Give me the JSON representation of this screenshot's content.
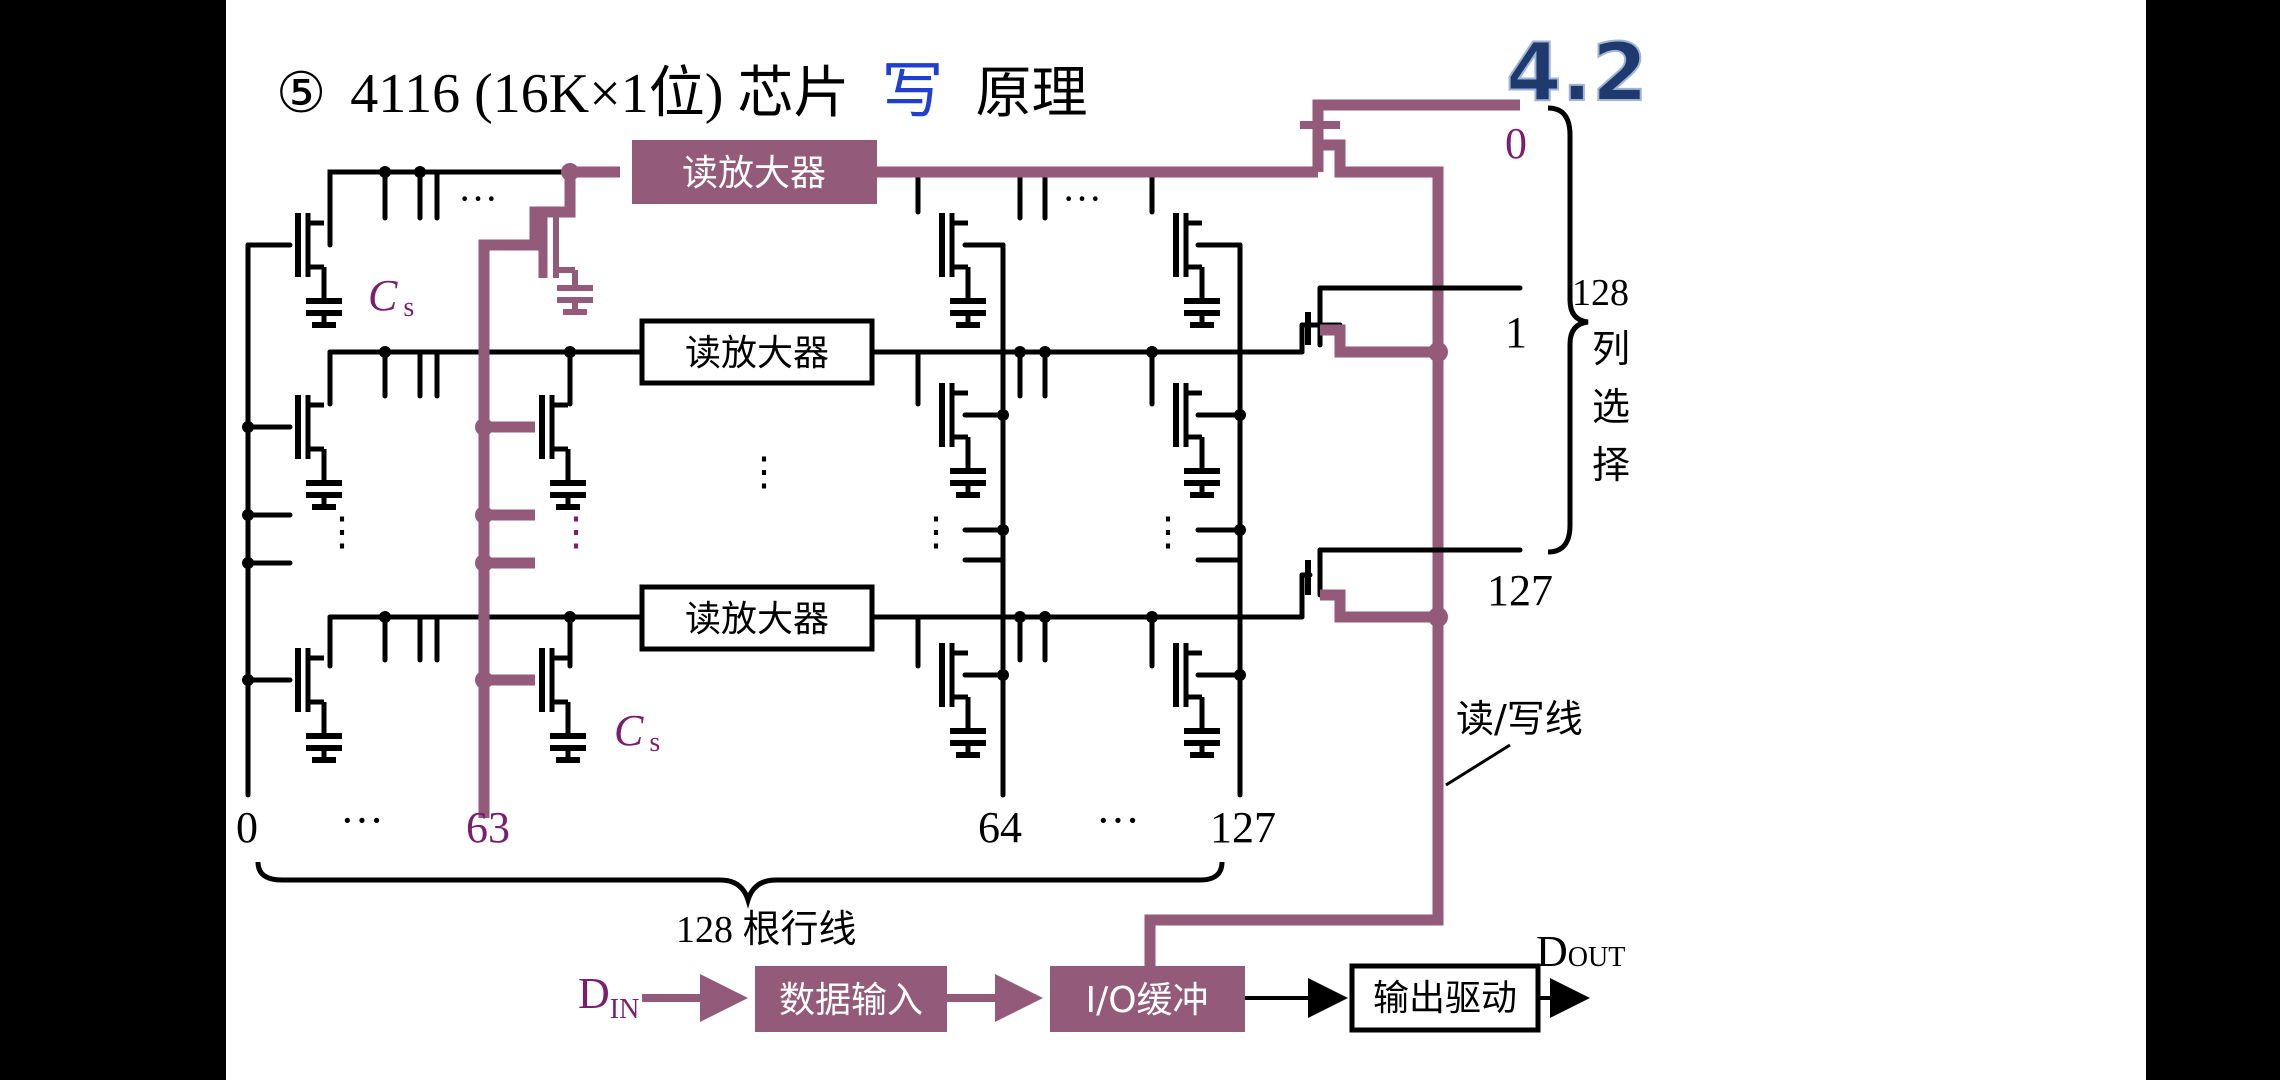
{
  "title": {
    "circled_number": "⑤",
    "main": "4116 (16K×1位) 芯片",
    "highlight": "写",
    "suffix": "原理",
    "highlight_color": "#1f3fd0"
  },
  "section_badge": "4.2",
  "colors": {
    "accent": "#935a7a",
    "label_purple": "#7a1f6e",
    "badge_blue": "#1f3a6e"
  },
  "amplifiers": {
    "top": "读放大器",
    "mid": "读放大器",
    "bottom": "读放大器"
  },
  "capacitor_label": {
    "main": "C",
    "sub": "s"
  },
  "row_numbers": {
    "r0": "0",
    "dots_left": "···",
    "r63": "63",
    "r64": "64",
    "dots_right": "···",
    "r127": "127"
  },
  "row_brace_label": "128 根行线",
  "column_numbers": {
    "c0": "0",
    "c1": "1",
    "c127": "127"
  },
  "column_brace_label": [
    "128",
    "列",
    "选",
    "择"
  ],
  "rw_line_label": "读/写线",
  "din_label": {
    "main": "D",
    "sub": "IN"
  },
  "dout_label": {
    "main": "D",
    "sub": "OUT"
  },
  "blocks": {
    "data_input": "数据输入",
    "io_buffer": "I/O缓冲",
    "output_driver": "输出驱动"
  },
  "ellipsis_top": "···",
  "ellipsis_top_right": "···"
}
